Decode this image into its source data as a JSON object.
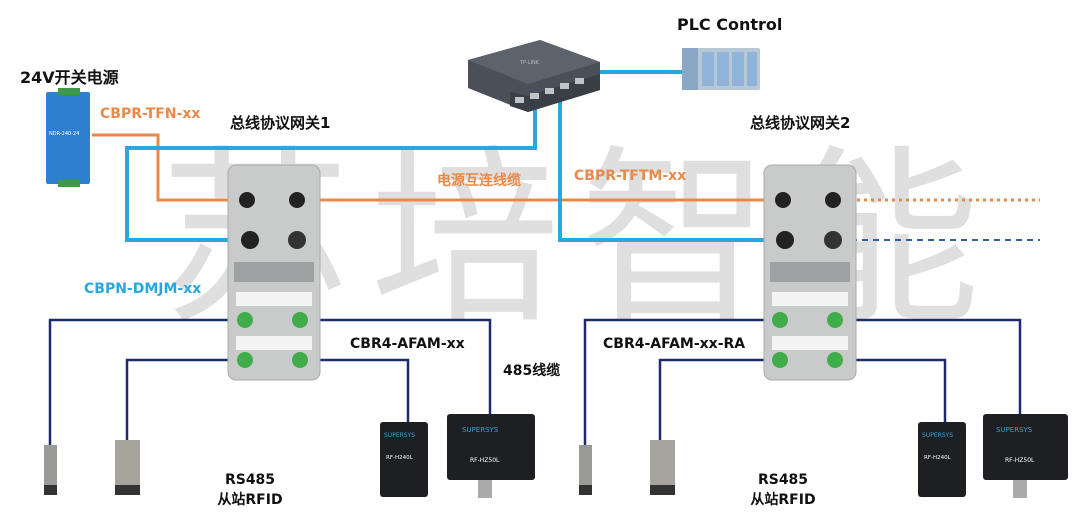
{
  "watermark": "苏培智能",
  "devices": {
    "power_supply": {
      "title": "24V开关电源",
      "model": "NDR-240-24"
    },
    "switch": {
      "brand": "TP-LINK"
    },
    "plc": {
      "title": "PLC Control"
    },
    "gateway1": {
      "title": "总线协议网关1"
    },
    "gateway2": {
      "title": "总线协议网关2"
    },
    "rfid_small": {
      "brand": "SUPERSYS",
      "model": "RF-H240L"
    },
    "rfid_large": {
      "brand": "SUPERSYS",
      "model": "RF-HZ50L"
    }
  },
  "cables": {
    "power_feed": "CBPR-TFN-xx",
    "power_link": "电源互连线缆",
    "power_link_model": "CBPR-TFTM-xx",
    "ethernet": "CBPN-DMJM-xx",
    "sensor_cable_1": "CBR4-AFAM-xx",
    "sensor_cable_2": "CBR4-AFAM-xx-RA",
    "rs485_cable": "485线缆"
  },
  "groups": {
    "left": {
      "line1": "RS485",
      "line2": "从站RFID"
    },
    "right": {
      "line1": "RS485",
      "line2": "从站RFID"
    }
  },
  "colors": {
    "power_cable": "#e8894a",
    "ethernet_cable": "#29a8e0",
    "sensor_cable": "#1f2a6b",
    "gateway_body": "#c9cbcb",
    "port_green": "#3fae4a"
  }
}
